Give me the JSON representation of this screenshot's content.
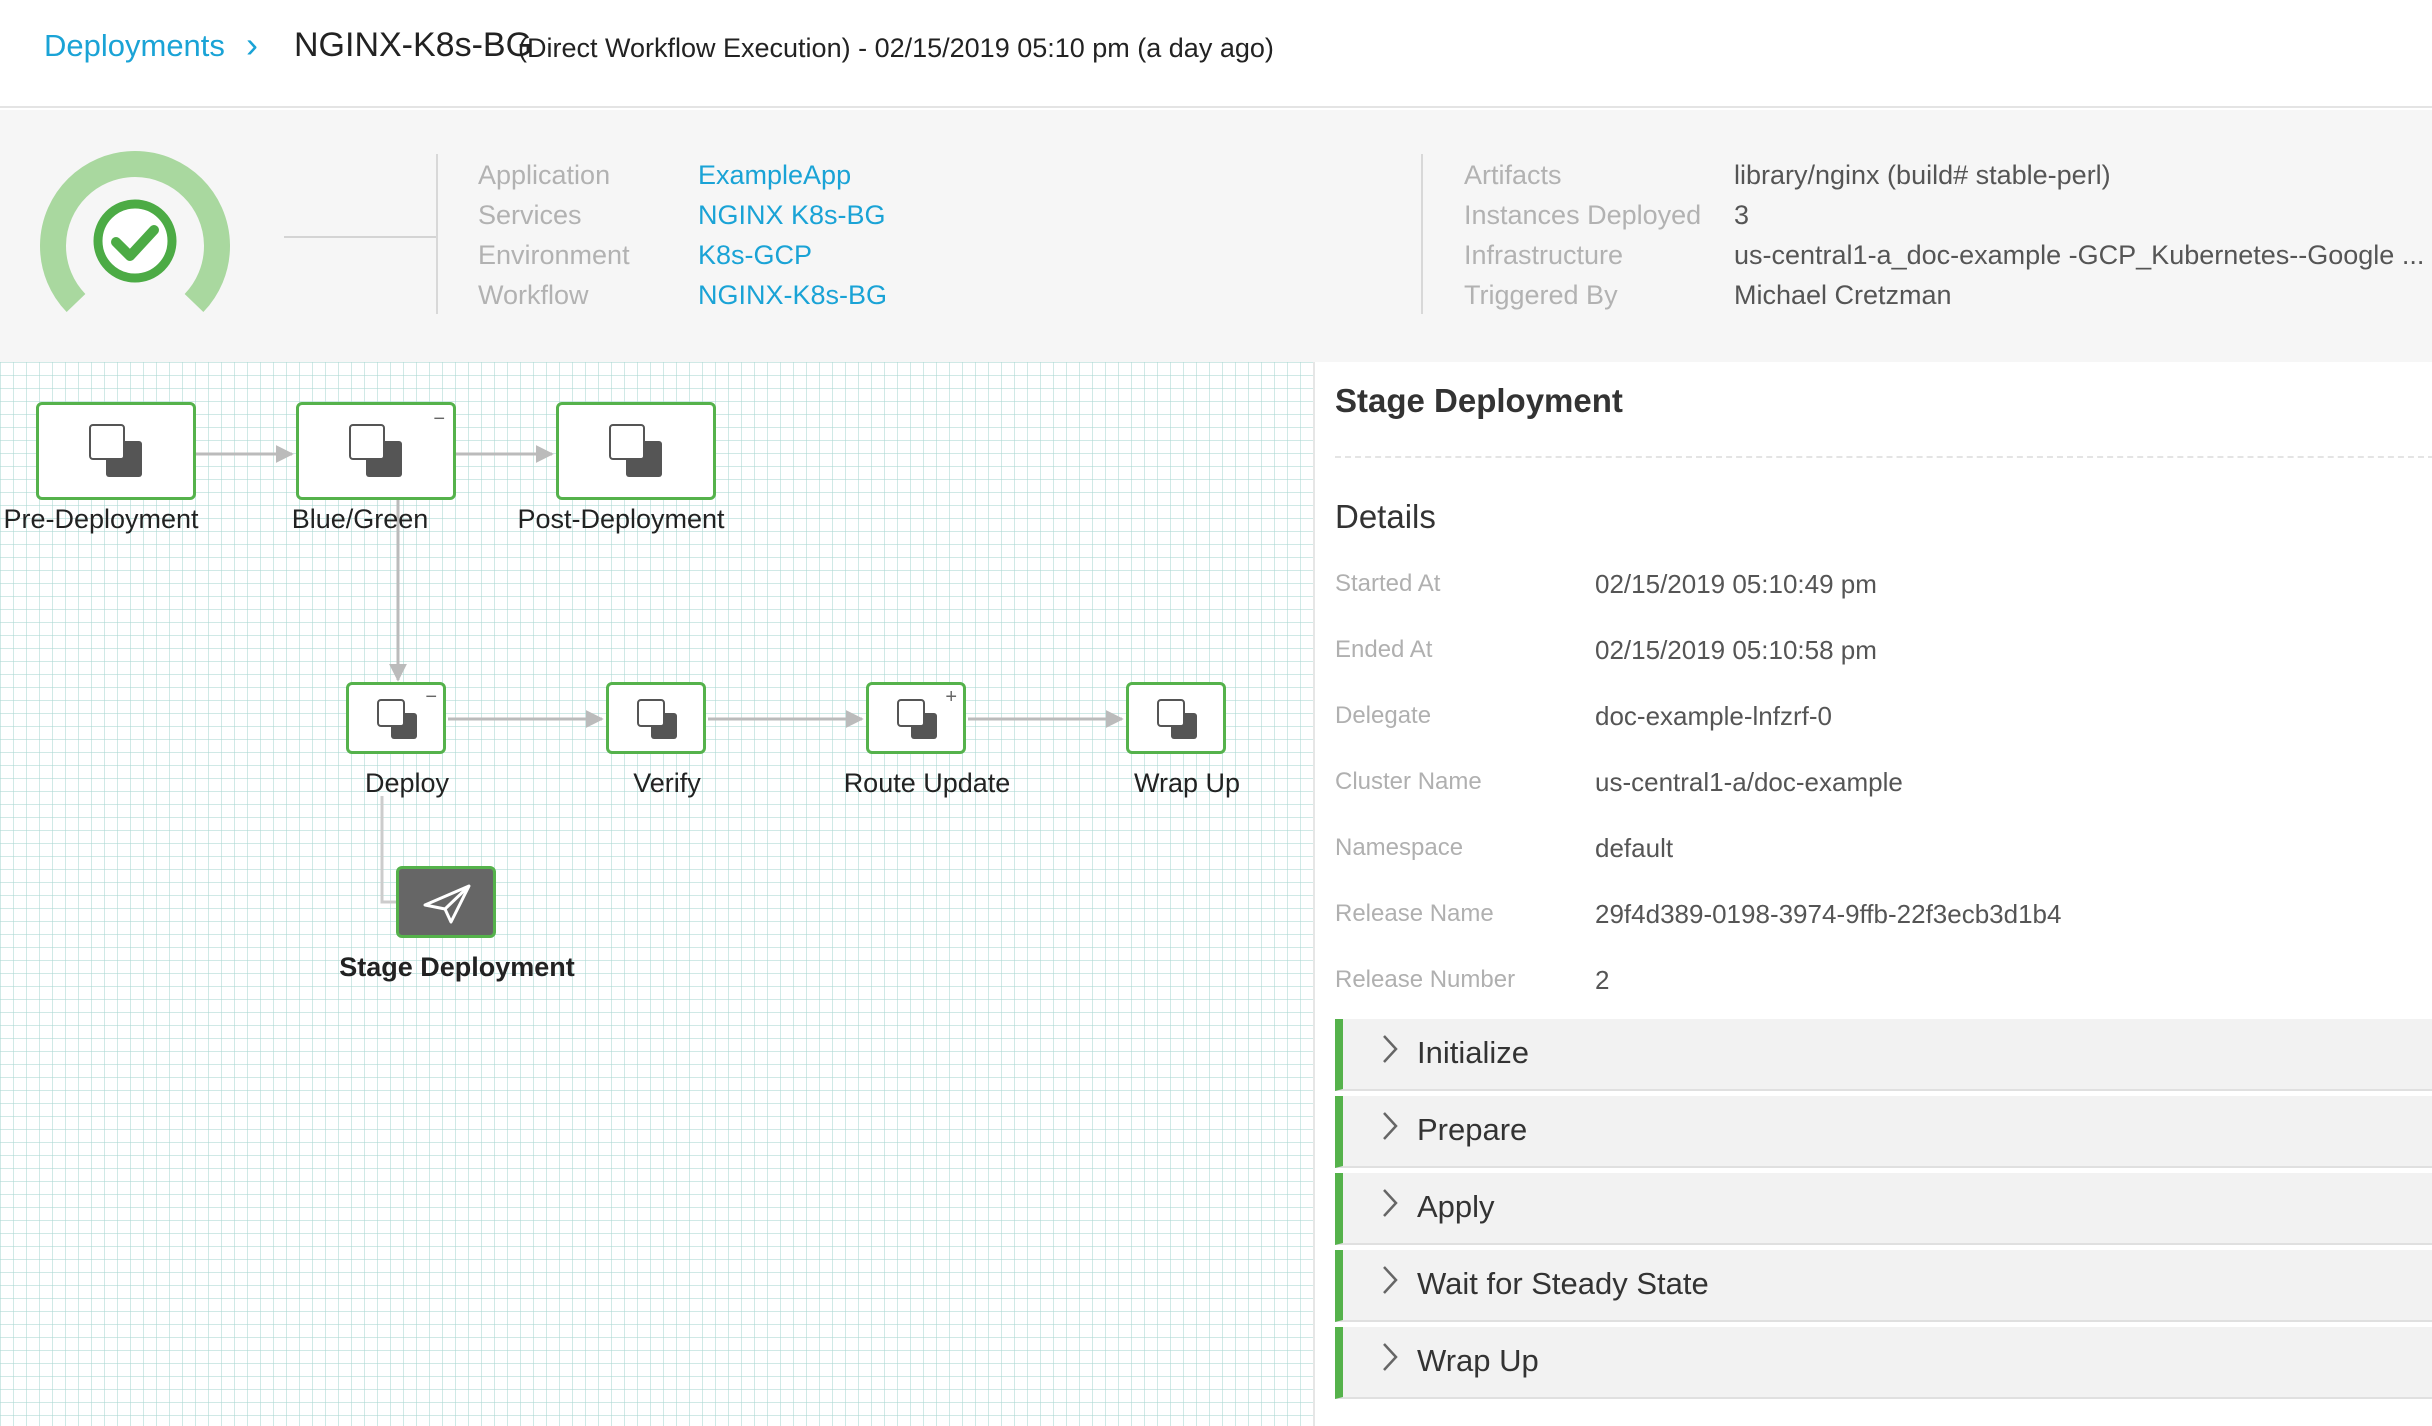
{
  "header": {
    "breadcrumb_root": "Deployments",
    "title": "NGINX-K8s-BG",
    "subtitle": "(Direct Workflow Execution) - 02/15/2019 05:10 pm (a day ago)"
  },
  "summary": {
    "status_icon": "check-circle-icon",
    "status_color": "#55b24b",
    "left": [
      {
        "label": "Application",
        "value": "ExampleApp"
      },
      {
        "label": "Services",
        "value": "NGINX K8s-BG"
      },
      {
        "label": "Environment",
        "value": "K8s-GCP"
      },
      {
        "label": "Workflow",
        "value": "NGINX-K8s-BG"
      }
    ],
    "right": [
      {
        "label": "Artifacts",
        "value": "library/nginx (build# stable-perl)"
      },
      {
        "label": "Instances Deployed",
        "value": "3"
      },
      {
        "label": "Infrastructure",
        "value": "us-central1-a_doc-example -GCP_Kubernetes--Google ..."
      },
      {
        "label": "Triggered By",
        "value": "Michael Cretzman"
      }
    ]
  },
  "workflow": {
    "stages": [
      {
        "label": "Pre-Deployment",
        "marker": ""
      },
      {
        "label": "Blue/Green",
        "marker": "−"
      },
      {
        "label": "Post-Deployment",
        "marker": ""
      }
    ],
    "steps": [
      {
        "label": "Deploy",
        "marker": "−"
      },
      {
        "label": "Verify",
        "marker": ""
      },
      {
        "label": "Route Update",
        "marker": "+"
      },
      {
        "label": "Wrap Up",
        "marker": ""
      }
    ],
    "selected": {
      "label": "Stage Deployment",
      "icon": "paper-plane-icon"
    }
  },
  "panel": {
    "title": "Stage Deployment",
    "details_title": "Details",
    "details": [
      {
        "label": "Started At",
        "value": "02/15/2019 05:10:49 pm"
      },
      {
        "label": "Ended At",
        "value": "02/15/2019 05:10:58 pm"
      },
      {
        "label": "Delegate",
        "value": "doc-example-lnfzrf-0"
      },
      {
        "label": "Cluster Name",
        "value": "us-central1-a/doc-example"
      },
      {
        "label": "Namespace",
        "value": "default"
      },
      {
        "label": "Release Name",
        "value": "29f4d389-0198-3974-9ffb-22f3ecb3d1b4"
      },
      {
        "label": "Release Number",
        "value": "2"
      }
    ],
    "sections": [
      "Initialize",
      "Prepare",
      "Apply",
      "Wait for Steady State",
      "Wrap Up"
    ]
  },
  "colors": {
    "accent": "#1aa3d6",
    "success": "#55b24b",
    "success_light": "#a9d89f"
  }
}
